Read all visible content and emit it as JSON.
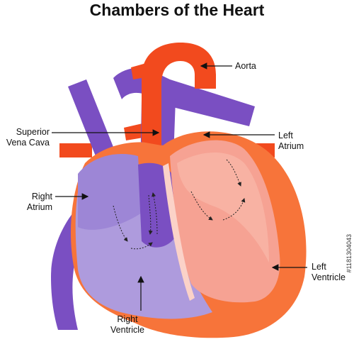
{
  "title": "Chambers of the Heart",
  "labels": {
    "aorta": [
      "Aorta"
    ],
    "superior_vena_cava": [
      "Superior",
      "Vena Cava"
    ],
    "left_atrium": [
      "Left",
      "Atrium"
    ],
    "right_atrium": [
      "Right",
      "Atrium"
    ],
    "left_ventricle": [
      "Left",
      "Ventricle"
    ],
    "right_ventricle": [
      "Right",
      "Ventricle"
    ]
  },
  "stock_id": "#1181304043",
  "colors": {
    "oxygen_poor": "#7a4fc2",
    "oxygen_rich": "#f24a1e",
    "outer_wall": "#f7743a",
    "left_chamber": "#f6a293",
    "right_chamber": "#ae9bdd",
    "arrow": "#111111"
  }
}
